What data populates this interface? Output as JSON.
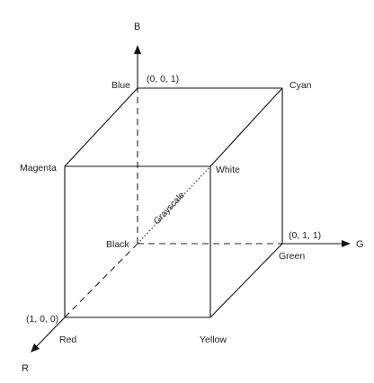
{
  "diagram": {
    "axes": {
      "b": "B",
      "g": "G",
      "r": "R"
    },
    "corners": {
      "blue": "Blue",
      "cyan": "Cyan",
      "magenta": "Magenta",
      "white": "White",
      "black": "Black",
      "green": "Green",
      "red": "Red",
      "yellow": "Yellow"
    },
    "coordinates": {
      "blue": "(0, 0, 1)",
      "green": "(0, 1, 1)",
      "red": "(1, 0, 0)"
    },
    "diagonal_label": "Grayscale"
  }
}
